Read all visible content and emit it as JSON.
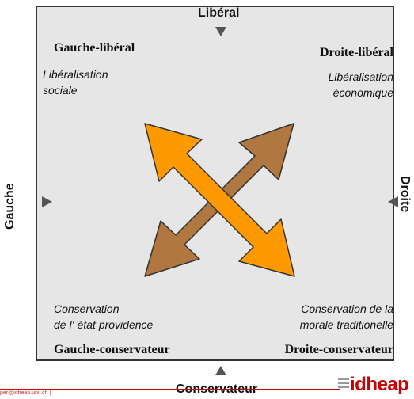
{
  "axes": {
    "top": "Libéral",
    "bottom": "Conservateur",
    "left": "Gauche",
    "right": "Droite"
  },
  "quadrants": {
    "top_left": {
      "title": "Gauche-libéral",
      "desc_line1": "Libéralisation",
      "desc_line2": "sociale"
    },
    "top_right": {
      "title": "Droite-libéral",
      "desc_line1": "Libéralisation",
      "desc_line2": "économique"
    },
    "bottom_left": {
      "title": "Gauche-conservateur",
      "desc_line1": "Conservation",
      "desc_line2": "de l‘ état providence"
    },
    "bottom_right": {
      "title": "Droite-conservateur",
      "desc_line1": "Conservation de la",
      "desc_line2": "morale traditionelle"
    }
  },
  "footer": {
    "email": "per@idheap.unil.ch |",
    "logo": "idheap"
  },
  "colors": {
    "background": "#e6e6e6",
    "orange_arrow": "#ff9900",
    "brown_arrow": "#b07840",
    "accent_red": "#cc0000"
  }
}
